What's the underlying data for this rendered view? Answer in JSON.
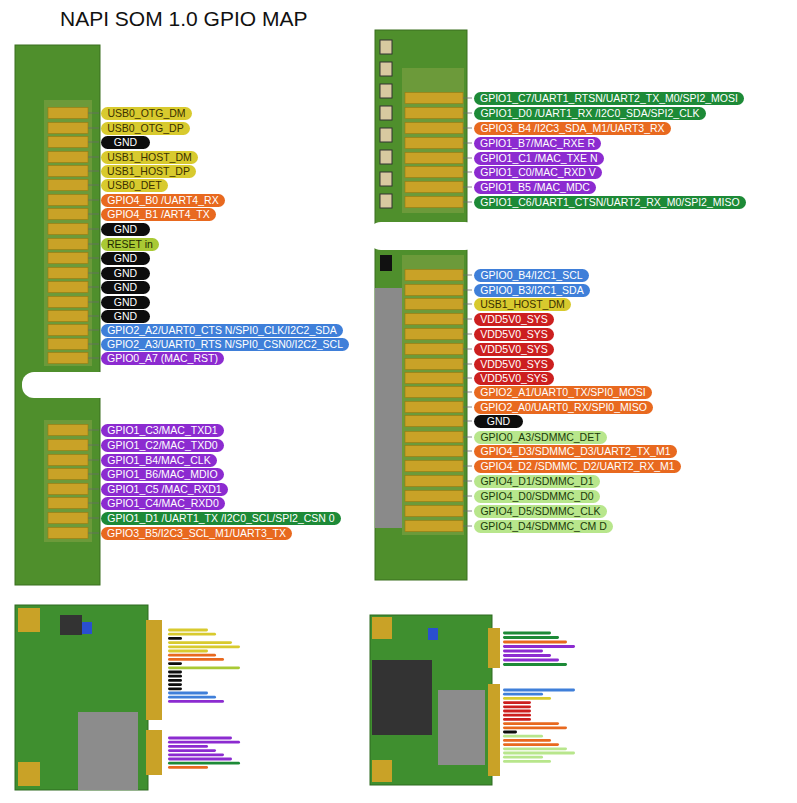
{
  "diagram": {
    "title": "NAPI SOM 1.0 GPIO MAP",
    "nodes": [
      {
        "text": [
          "USB0_OTG_DM"
        ]
      },
      {
        "text": [
          "USB0_OTG_DP"
        ]
      },
      {
        "text": [
          "GND"
        ]
      },
      {
        "text": [
          "USB1_HOST_DM"
        ]
      },
      {
        "text": [
          "USB1_HOST_DP"
        ]
      },
      {
        "text": [
          "USB0_DET"
        ]
      },
      {
        "text": [
          "GPIO4_B0 /UART4_RX"
        ]
      },
      {
        "text": [
          "GPIO4_B1 /ART4_TX"
        ]
      },
      {
        "text": [
          "GND"
        ]
      },
      {
        "text": [
          "RESET in"
        ]
      },
      {
        "text": [
          "GND"
        ]
      },
      {
        "text": [
          "GND"
        ]
      },
      {
        "text": [
          "GND"
        ]
      },
      {
        "text": [
          "GND"
        ]
      },
      {
        "text": [
          "GND"
        ]
      },
      {
        "text": [
          "GPIO2_A2/UART0_CTS N/SPI0_CLK/I2C2_SDA"
        ]
      },
      {
        "text": [
          "GPIO2_A3/UART0_RTS N/SPI0_CSN0/I2C2_SCL"
        ]
      },
      {
        "text": [
          "GPIO0_A7 (MAC_RST)"
        ]
      },
      {
        "text": [
          "GPIO1_C3/MAC_TXD1"
        ]
      },
      {
        "text": [
          "GPIO1_C2/MAC_TXD0"
        ]
      },
      {
        "text": [
          "GPIO1_B4/MAC_CLK"
        ]
      },
      {
        "text": [
          "GPIO1_B6/MAC_MDIO"
        ]
      },
      {
        "text": [
          "GPIO1_C5 /MAC_RXD1"
        ]
      },
      {
        "text": [
          "GPIO1_C4/MAC_RXD0"
        ]
      },
      {
        "text": [
          "GPIO1_D1 /UART1_TX /I2C0_SCL/SPI2_CSN 0"
        ]
      },
      {
        "text": [
          "GPIO3_B5/I2C3_SCL_M1/UART3_TX"
        ]
      },
      {
        "text": [
          "GPIO1_C7/UART1_RTSN/UART2_TX_M0/SPI2_MOSI"
        ]
      },
      {
        "text": [
          "GPIO1_D0 /UART1_RX /I2C0_SDA/SPI2_CLK"
        ]
      },
      {
        "text": [
          "GPIO3_B4 /I2C3_SDA_M1/UART3_RX"
        ]
      },
      {
        "text": [
          "GPIO1_B7/MAC_RXE R"
        ]
      },
      {
        "text": [
          "GPIO1_C1 /MAC_TXE N"
        ]
      },
      {
        "text": [
          "GPIO1_C0/MAC_RXD V"
        ]
      },
      {
        "text": [
          "GPIO1_B5 /MAC_MDC"
        ]
      },
      {
        "text": [
          "GPIO1_C6/UART1_CTSN/UART2_RX_M0/SPI2_MISO"
        ]
      },
      {
        "text": [
          "GPIO0_B4/I2C1_SCL"
        ]
      },
      {
        "text": [
          "GPIO0_B3/I2C1_SDA"
        ]
      },
      {
        "text": [
          "USB1_HOST_DM"
        ]
      },
      {
        "text": [
          "VDD5V0_SYS"
        ]
      },
      {
        "text": [
          "VDD5V0_SYS"
        ]
      },
      {
        "text": [
          "VDD5V0_SYS"
        ]
      },
      {
        "text": [
          "VDD5V0_SYS"
        ]
      },
      {
        "text": [
          "VDD5V0_SYS"
        ]
      },
      {
        "text": [
          "GPIO2_A1/UART0_TX/SPI0_MOSI"
        ]
      },
      {
        "text": [
          "GPIO2_A0/UART0_RX/SPI0_MISO"
        ]
      },
      {
        "text": [
          "GND"
        ]
      },
      {
        "text": [
          "GPIO0_A3/SDMMC_DET"
        ]
      },
      {
        "text": [
          "GPIO4_D3/SDMMC_D3/UART2_TX_M1"
        ]
      },
      {
        "text": [
          "GPIO4_D2 /SDMMC_D2/UART2_RX_M1"
        ]
      },
      {
        "text": [
          "GPIO4_D1/SDMMC_D1"
        ]
      },
      {
        "text": [
          "GPIO4_D0/SDMMC_D0"
        ]
      },
      {
        "text": [
          "GPIO4_D5/SDMMC_CLK"
        ]
      },
      {
        "text": [
          "GPIO4_D4/SDMMC_CM D"
        ]
      }
    ]
  }
}
